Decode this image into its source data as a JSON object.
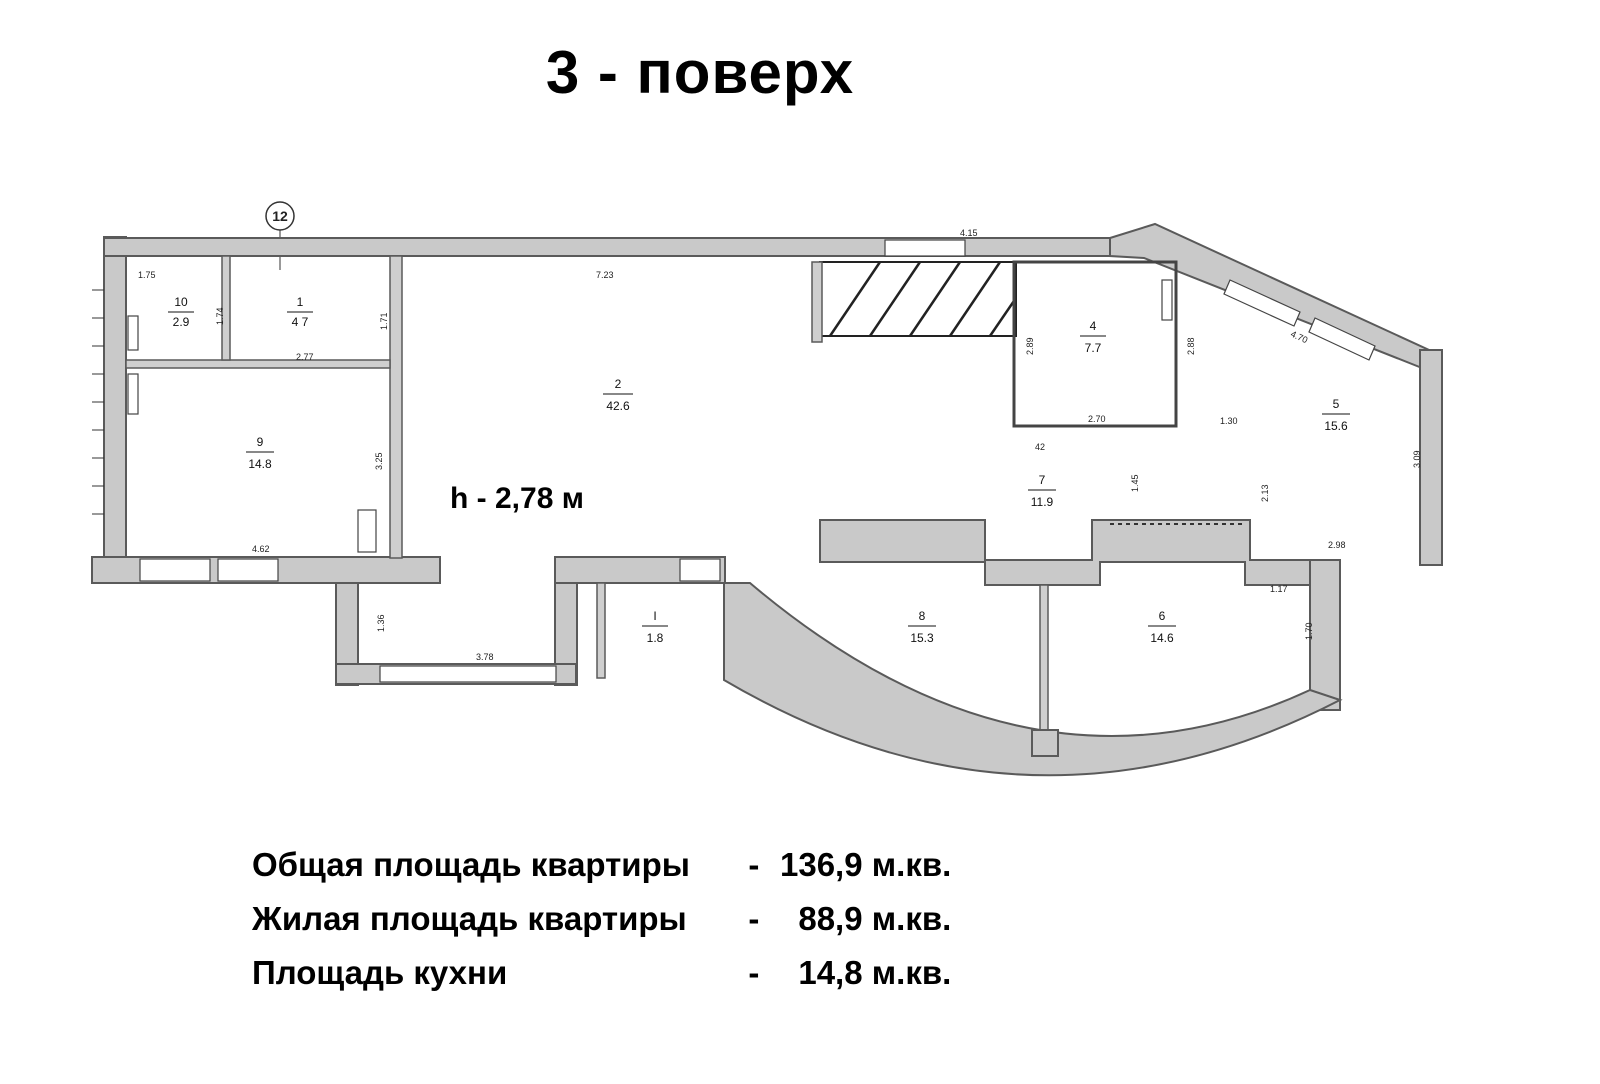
{
  "title": "3 - поверх",
  "ceiling_height": "h - 2,78 м",
  "axis_marker": "12",
  "rooms": [
    {
      "number": "10",
      "area": "2.9"
    },
    {
      "number": "1",
      "area": "4 7"
    },
    {
      "number": "2",
      "area": "42.6"
    },
    {
      "number": "4",
      "area": "7.7"
    },
    {
      "number": "5",
      "area": "15.6"
    },
    {
      "number": "9",
      "area": "14.8"
    },
    {
      "number": "7",
      "area": "11.9"
    },
    {
      "number": "I",
      "area": "1.8"
    },
    {
      "number": "8",
      "area": "15.3"
    },
    {
      "number": "6",
      "area": "14.6"
    }
  ],
  "dimensions": [
    "1.75",
    "1.74",
    "1.71",
    "2.77",
    "7.23",
    "4.15",
    "2.89",
    "2.88",
    "4.70",
    "2.70",
    "42",
    "1.30",
    "3.09",
    "1.45",
    "2.13",
    "3.25",
    "4.62",
    "2.98",
    "1.17",
    "1.70",
    "1.36",
    "3.78"
  ],
  "summary": [
    {
      "label": "Общая площадь квартиры",
      "dash": "  -",
      "value": "136,9 м.кв."
    },
    {
      "label": "Жилая площадь квартиры",
      "dash": "  -",
      "value": "  88,9 м.кв."
    },
    {
      "label": "Площадь кухни",
      "dash": "  -",
      "value": "  14,8 м.кв."
    }
  ]
}
